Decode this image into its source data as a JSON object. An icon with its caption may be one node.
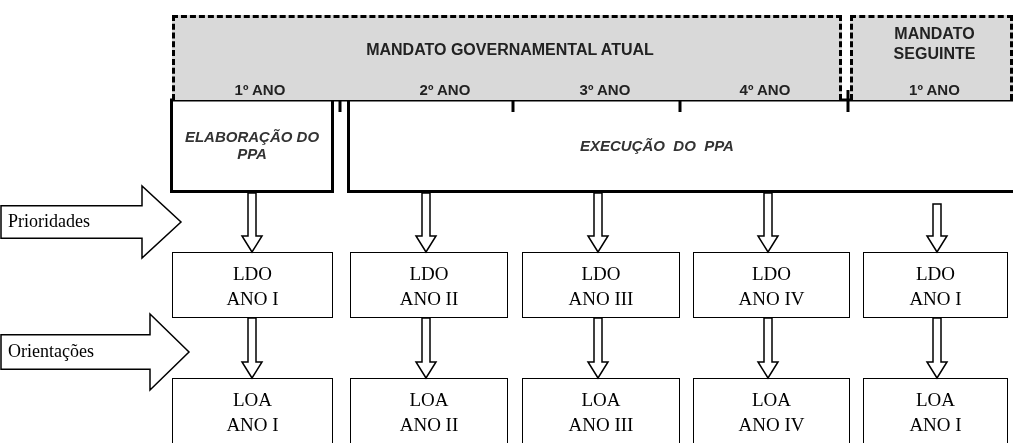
{
  "diagram": {
    "nodes": [
      {
        "text": [
          "MANDATO GOVERNAMENTAL ATUAL",
          "1º ANO",
          "2º ANO",
          "3º ANO",
          "4º ANO"
        ]
      },
      {
        "text": [
          "MANDATO SEGUINTE",
          "1º ANO"
        ]
      },
      {
        "text": [
          "ELABORAÇÃO DO PPA"
        ]
      },
      {
        "text": [
          "EXECUÇÃO  DO  PPA"
        ]
      },
      {
        "text": [
          "Prioridades"
        ]
      },
      {
        "text": [
          "LDO ANO I"
        ]
      },
      {
        "text": [
          "LDO ANO II"
        ]
      },
      {
        "text": [
          "LDO ANO III"
        ]
      },
      {
        "text": [
          "LDO ANO IV"
        ]
      },
      {
        "text": [
          "LDO ANO I"
        ]
      },
      {
        "text": [
          "Orientações"
        ]
      },
      {
        "text": [
          "LOA ANO I"
        ]
      },
      {
        "text": [
          "LOA ANO II"
        ]
      },
      {
        "text": [
          "LOA ANO III"
        ]
      },
      {
        "text": [
          "LOA ANO IV"
        ]
      },
      {
        "text": [
          "LOA ANO I"
        ]
      }
    ],
    "edges": [
      {
        "from": 2,
        "to": 5,
        "arrow": "to"
      },
      {
        "from": 3,
        "to": 6,
        "arrow": "to"
      },
      {
        "from": 3,
        "to": 7,
        "arrow": "to"
      },
      {
        "from": 3,
        "to": 8,
        "arrow": "to"
      },
      {
        "from": null,
        "to": 9,
        "arrow": "to"
      },
      {
        "from": 5,
        "to": 11,
        "arrow": "to"
      },
      {
        "from": 6,
        "to": 12,
        "arrow": "to"
      },
      {
        "from": 7,
        "to": 13,
        "arrow": "to"
      },
      {
        "from": 8,
        "to": 14,
        "arrow": "to"
      },
      {
        "from": 9,
        "to": 15,
        "arrow": "to"
      }
    ]
  }
}
